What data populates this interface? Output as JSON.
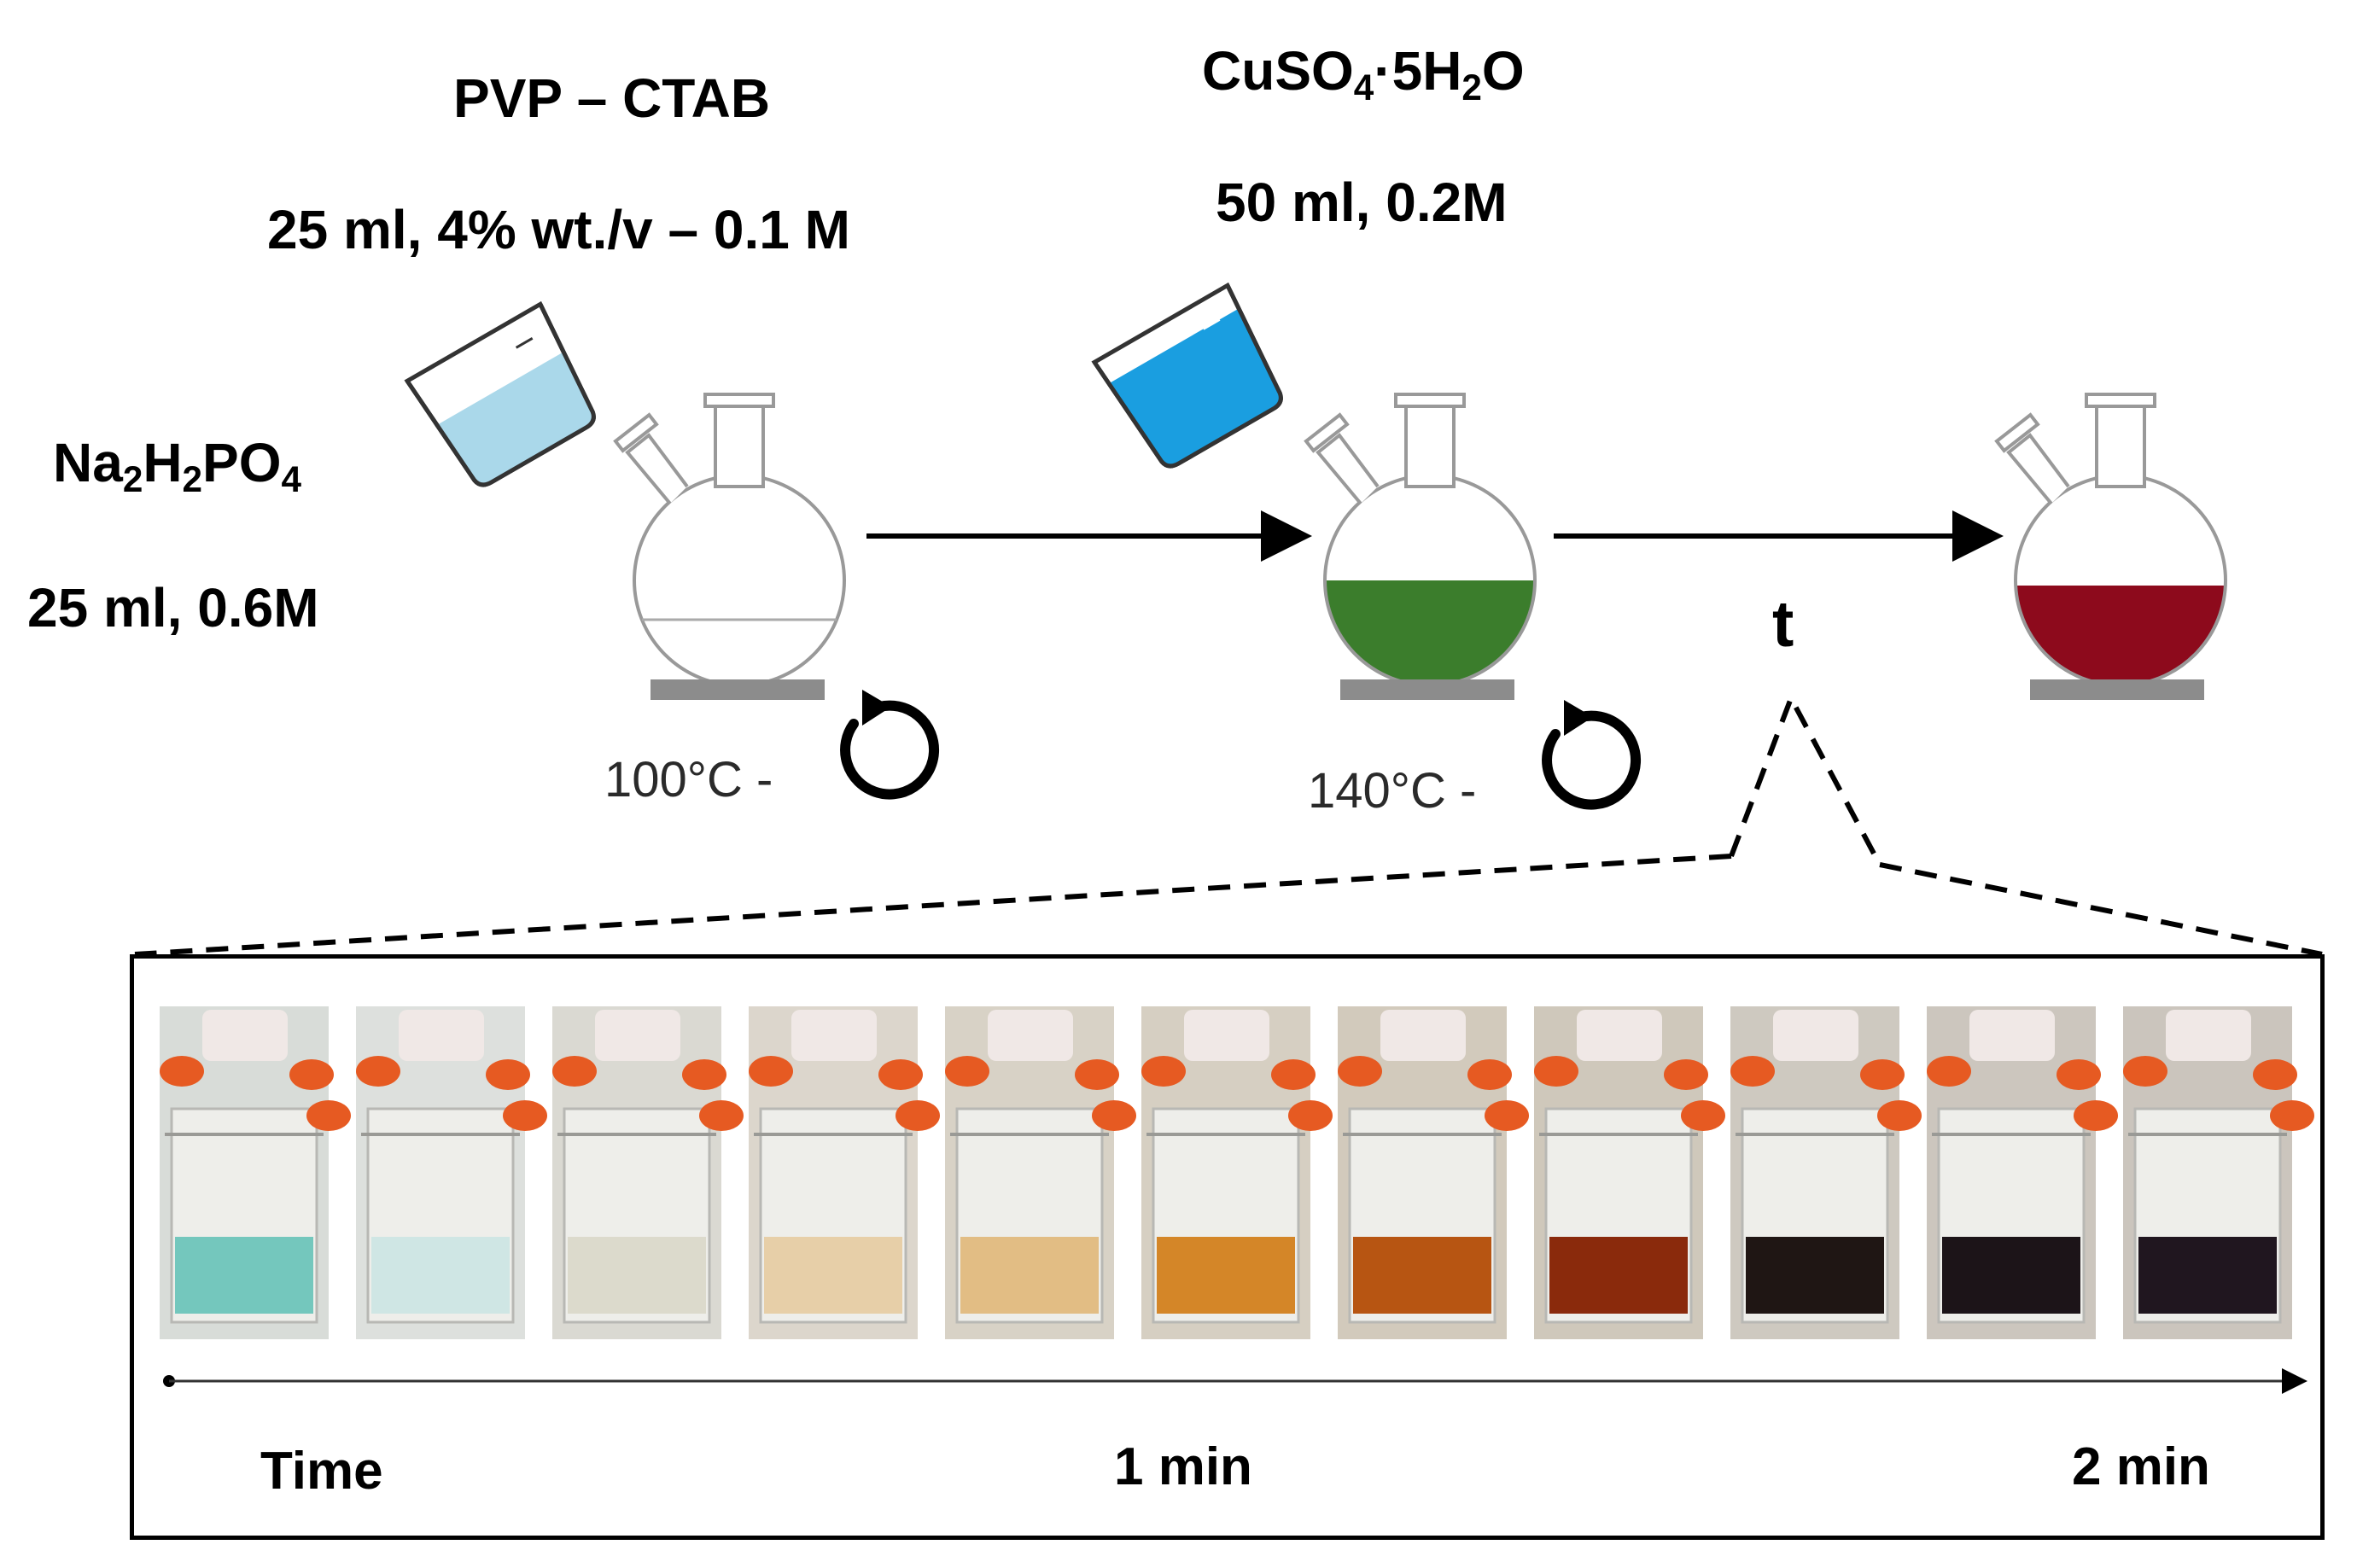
{
  "reagents": {
    "surfactant": {
      "name": "PVP – CTAB",
      "amount": "25 ml, 4% wt./v – 0.1 M"
    },
    "copper": {
      "name_parts": [
        "CuSO",
        "4",
        "·5H",
        "2",
        "O"
      ],
      "amount": "50 ml, 0.2M"
    },
    "phosphite": {
      "name_parts": [
        "Na",
        "2",
        "H",
        "2",
        "PO",
        "4"
      ],
      "amount": "25 ml, 0.6M"
    }
  },
  "steps": [
    {
      "temperature": "100°C -",
      "stirring_icon": "rotate-arrow-icon"
    },
    {
      "temperature": "140°C -",
      "stirring_icon": "rotate-arrow-icon"
    }
  ],
  "time_symbol": "t",
  "colors": {
    "flask2_liquid": "#3b7d2c",
    "flask3_liquid": "#8d0a1c",
    "beaker1_liquid": "#aad8ea",
    "beaker2_liquid": "#1a9ee0",
    "hotplate": "#8c8c8c"
  },
  "timeline": {
    "label": "Time",
    "ticks": [
      "1 min",
      "2 min"
    ],
    "frames": [
      {
        "liquid": "#74c7bd",
        "tone": "#d8dcd8"
      },
      {
        "liquid": "#cfe6e4",
        "tone": "#dde0dd"
      },
      {
        "liquid": "#dcdacc",
        "tone": "#dad9d2"
      },
      {
        "liquid": "#e7cfa8",
        "tone": "#dcd6cc"
      },
      {
        "liquid": "#e2bd84",
        "tone": "#d8d2c6"
      },
      {
        "liquid": "#d48628",
        "tone": "#d6cfc2"
      },
      {
        "liquid": "#b75512",
        "tone": "#d2cabc"
      },
      {
        "liquid": "#8a2a0c",
        "tone": "#cfc8bb"
      },
      {
        "liquid": "#1f1614",
        "tone": "#cec9c0"
      },
      {
        "liquid": "#1c1418",
        "tone": "#ccc6be"
      },
      {
        "liquid": "#20161f",
        "tone": "#cbc5bd"
      }
    ]
  }
}
